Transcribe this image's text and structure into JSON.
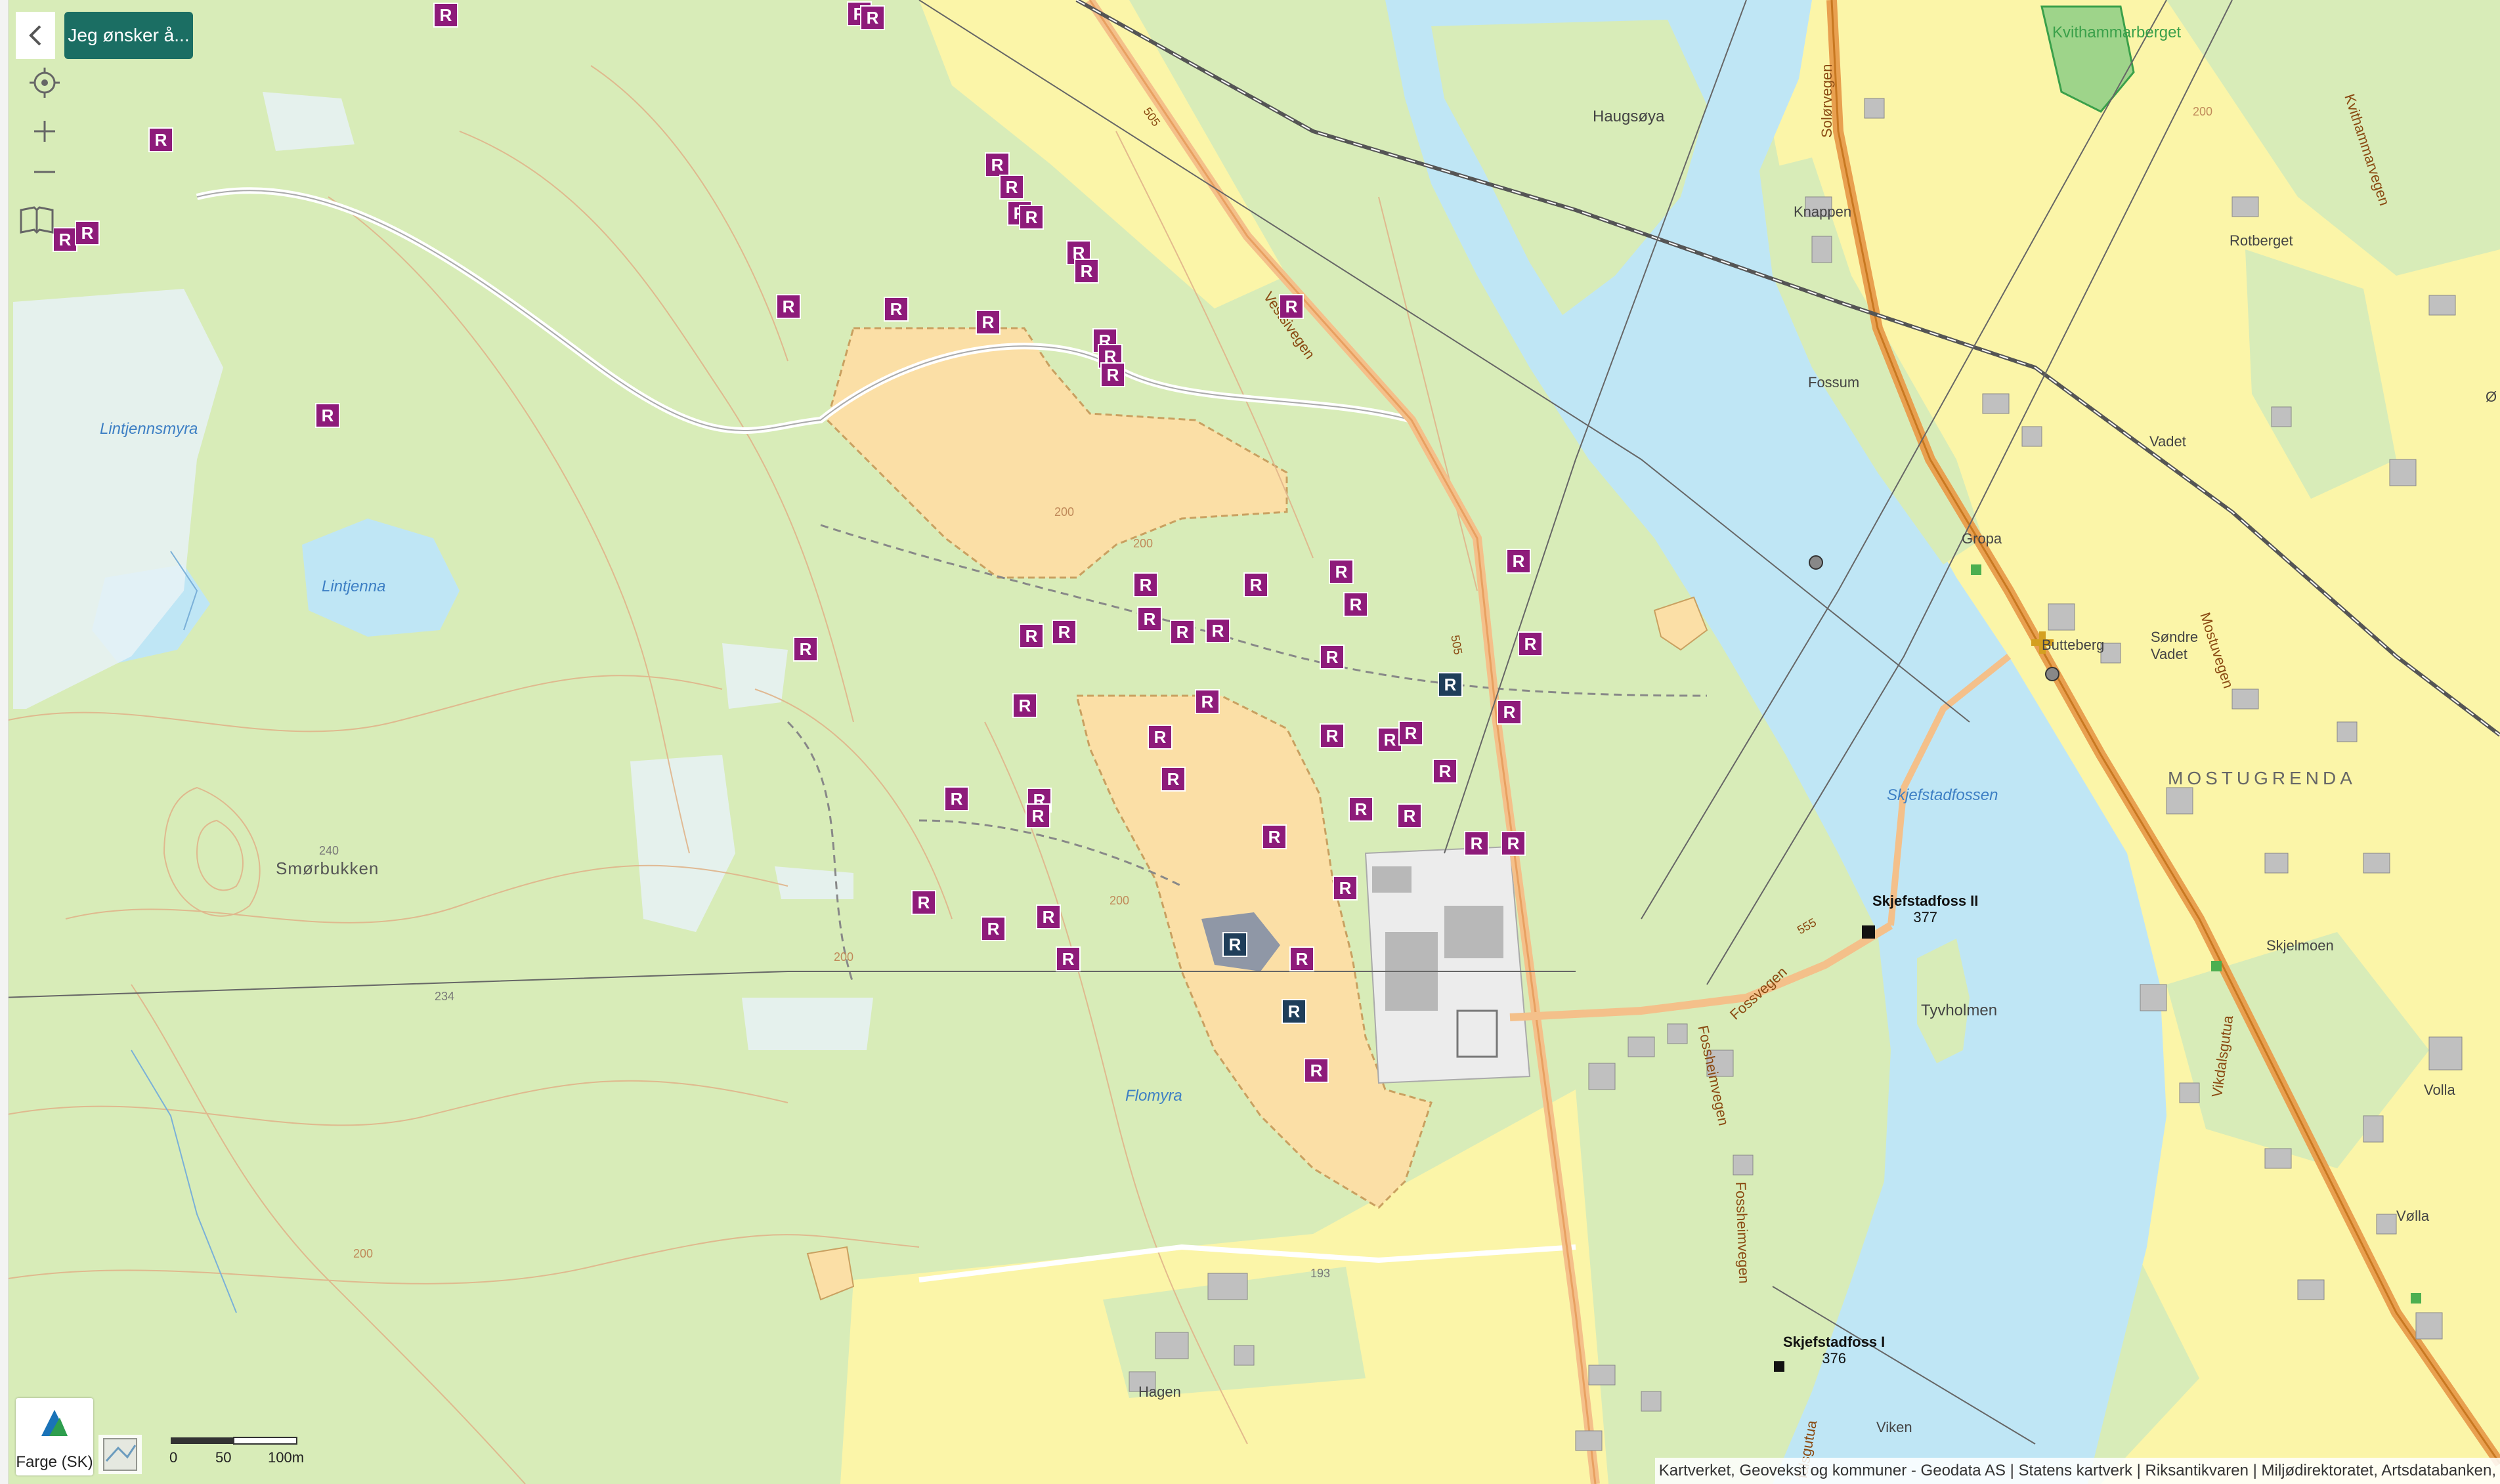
{
  "header": {
    "wish_label": "Jeg ønsker å..."
  },
  "icons": {
    "back": "chevron-left-icon",
    "locate": "locate-icon",
    "zoom_in": "plus-icon",
    "zoom_out": "minus-icon",
    "map_book": "map-book-icon",
    "layers": "layers-icon"
  },
  "legend": {
    "label": "Farge (SK)"
  },
  "scale": {
    "labels": [
      "0",
      "50",
      "100m"
    ]
  },
  "attribution": "Kartverket, Geovekst og kommuner - Geodata AS | Statens kartverk | Riksantikvaren | Miljødirektoratet, Artsdatabanken,",
  "colors": {
    "forest": "#d8ecb8",
    "farmland": "#fbf5a8",
    "water": "#bfe6f5",
    "quarry": "#fbdfa6",
    "marker": "#8e1b7a",
    "marker_navy": "#1f3e5a",
    "button": "#1b6e63"
  },
  "marker_symbol": "R",
  "places": {
    "haugsoya": "Haugsøya",
    "kvithammarberget": "Kvithammarberget",
    "knappen": "Knappen",
    "rotberget": "Rotberget",
    "fossum": "Fossum",
    "vadet": "Vadet",
    "gropa": "Gropa",
    "butteberg": "Butteberg",
    "sondre_vadet": "Søndre Vadet",
    "mostugrenda": "MOSTUGRENDA",
    "skjelmoen": "Skjelmoen",
    "tyvholmen": "Tyvholmen",
    "volla1": "Volla",
    "volla2": "Vølla",
    "viken": "Viken",
    "hagen": "Hagen",
    "smorbukken": "Smørbukken",
    "o_edge": "Ø"
  },
  "water_names": {
    "lintjennsmyra": "Lintjennsmyra",
    "lintjenna": "Lintjenna",
    "flomyra": "Flomyra",
    "skjefstadfossen": "Skjefstadfossen"
  },
  "roads": {
    "vestsivegen": "Vestsivegen",
    "solorvegen": "Solørvegen",
    "fossvegen": "Fossvegen",
    "fossheimvegen1": "Fossheimvegen",
    "fossheimvegen2": "Fossheimvegen",
    "mostuvegen": "Mostuvegen",
    "vikdalsgutua": "Vikdalsgutua",
    "kvithammarvegen": "Kvithammarvegen",
    "r505a": "505",
    "r505b": "505",
    "r555": "555",
    "falsgutua": "falsgutua"
  },
  "plants": {
    "skjefstadfoss2_name": "Skjefstadfoss II",
    "skjefstadfoss2_no": "377",
    "skjefstadfoss1_name": "Skjefstadfoss I",
    "skjefstadfoss1_no": "376"
  },
  "contours": {
    "c200a": "200",
    "c200b": "200",
    "c200c": "200",
    "c200d": "200",
    "c200e": "200",
    "c240": "240",
    "c234": "234",
    "c193": "193",
    "c200f": "200"
  }
}
